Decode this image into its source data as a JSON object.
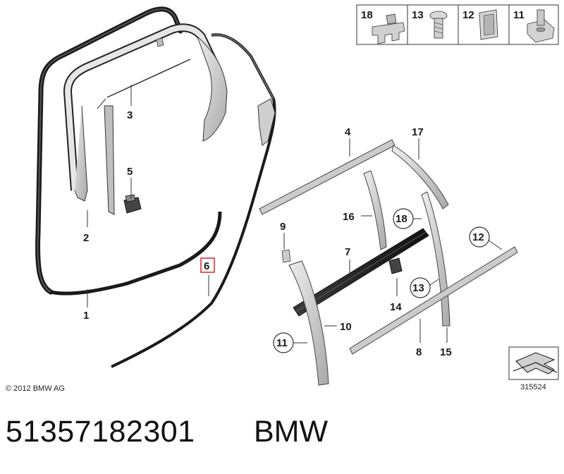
{
  "copyright": "© 2012 BMW AG",
  "diagram_number": "315524",
  "part_number": "51357182301",
  "brand": "BMW",
  "legend": [
    {
      "label": "18"
    },
    {
      "label": "13"
    },
    {
      "label": "12"
    },
    {
      "label": "11"
    }
  ],
  "callouts": {
    "c1": "1",
    "c2": "2",
    "c3": "3",
    "c4": "4",
    "c5": "5",
    "c6": "6",
    "c7": "7",
    "c8": "8",
    "c9": "9",
    "c10": "10",
    "c11": "11",
    "c12": "12",
    "c13": "13",
    "c14": "14",
    "c15": "15",
    "c16": "16",
    "c17": "17",
    "c18": "18"
  },
  "colors": {
    "highlight": "#e0303a",
    "line": "#1a1a1a",
    "part_fill": "#c8c8c8"
  }
}
